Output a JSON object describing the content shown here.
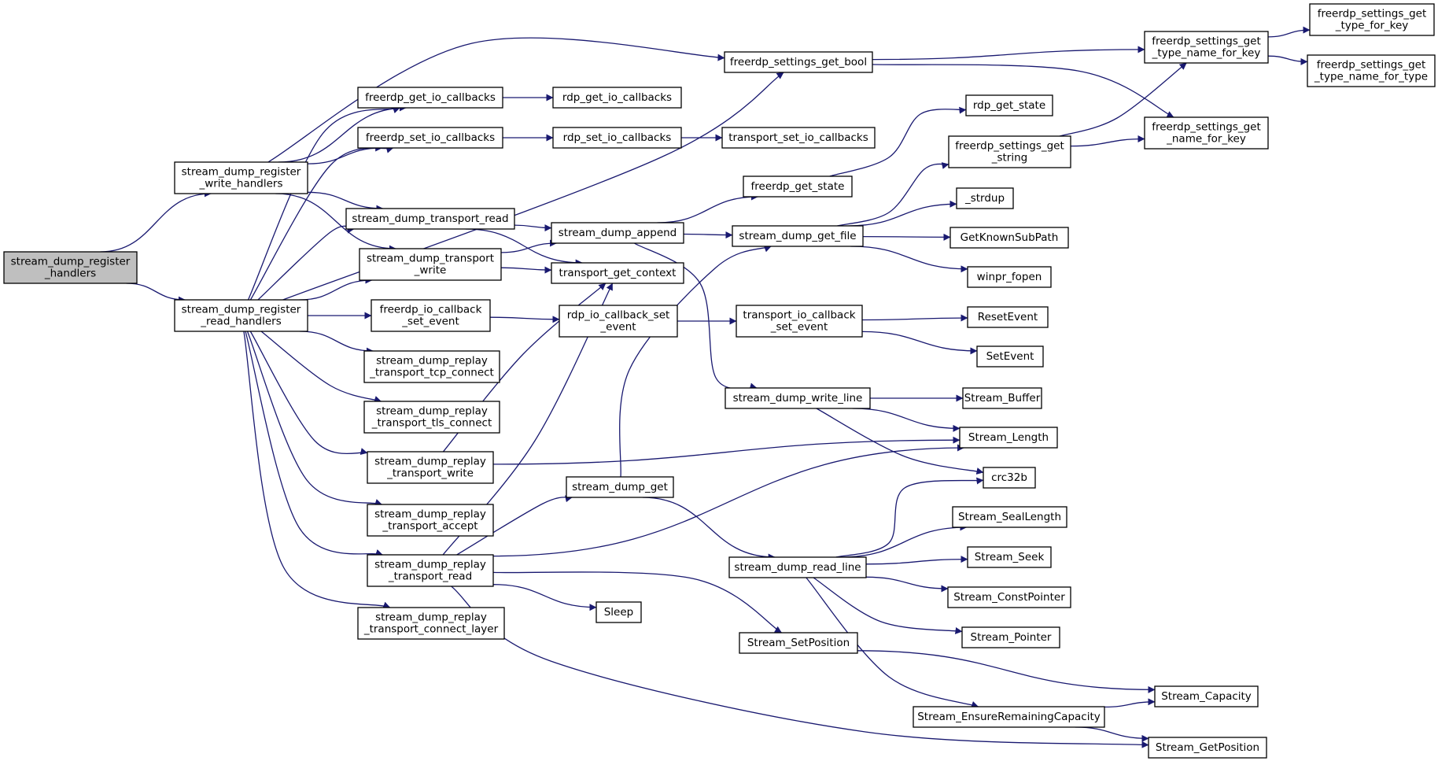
{
  "colors": {
    "edge": "#191970",
    "node_fill": "#ffffff",
    "root_fill": "#bfbfbf",
    "border_normal": "#000000",
    "border_external": "#ff0000"
  },
  "nodes": [
    {
      "id": "n_root",
      "lines": [
        "stream_dump_register",
        "_handlers"
      ],
      "kind": "root"
    },
    {
      "id": "n_write_handlers",
      "lines": [
        "stream_dump_register",
        "_write_handlers"
      ],
      "kind": "normal"
    },
    {
      "id": "n_read_handlers",
      "lines": [
        "stream_dump_register",
        "_read_handlers"
      ],
      "kind": "normal"
    },
    {
      "id": "n_get_io_cb",
      "lines": [
        "freerdp_get_io_callbacks"
      ],
      "kind": "normal"
    },
    {
      "id": "n_set_io_cb",
      "lines": [
        "freerdp_set_io_callbacks"
      ],
      "kind": "normal"
    },
    {
      "id": "n_transport_read",
      "lines": [
        "stream_dump_transport_read"
      ],
      "kind": "normal"
    },
    {
      "id": "n_transport_write",
      "lines": [
        "stream_dump_transport",
        "_write"
      ],
      "kind": "normal"
    },
    {
      "id": "n_io_cb_set_event",
      "lines": [
        "freerdp_io_callback",
        "_set_event"
      ],
      "kind": "normal"
    },
    {
      "id": "n_replay_tcp",
      "lines": [
        "stream_dump_replay",
        "_transport_tcp_connect"
      ],
      "kind": "normal"
    },
    {
      "id": "n_replay_tls",
      "lines": [
        "stream_dump_replay",
        "_transport_tls_connect"
      ],
      "kind": "normal"
    },
    {
      "id": "n_replay_write",
      "lines": [
        "stream_dump_replay",
        "_transport_write"
      ],
      "kind": "normal"
    },
    {
      "id": "n_replay_accept",
      "lines": [
        "stream_dump_replay",
        "_transport_accept"
      ],
      "kind": "normal"
    },
    {
      "id": "n_replay_read",
      "lines": [
        "stream_dump_replay",
        "_transport_read"
      ],
      "kind": "normal"
    },
    {
      "id": "n_replay_layer",
      "lines": [
        "stream_dump_replay",
        "_transport_connect_layer"
      ],
      "kind": "normal"
    },
    {
      "id": "n_settings_bool",
      "lines": [
        "freerdp_settings_get_bool"
      ],
      "kind": "normal"
    },
    {
      "id": "n_rdp_get_io",
      "lines": [
        "rdp_get_io_callbacks"
      ],
      "kind": "normal"
    },
    {
      "id": "n_rdp_set_io",
      "lines": [
        "rdp_set_io_callbacks"
      ],
      "kind": "normal"
    },
    {
      "id": "n_transport_set_io",
      "lines": [
        "transport_set_io_callbacks"
      ],
      "kind": "normal"
    },
    {
      "id": "n_append",
      "lines": [
        "stream_dump_append"
      ],
      "kind": "normal"
    },
    {
      "id": "n_get_context",
      "lines": [
        "transport_get_context"
      ],
      "kind": "normal"
    },
    {
      "id": "n_rdp_io_set_event",
      "lines": [
        "rdp_io_callback_set",
        "_event"
      ],
      "kind": "normal"
    },
    {
      "id": "n_transport_io_set_event",
      "lines": [
        "transport_io_callback",
        "_set_event"
      ],
      "kind": "normal"
    },
    {
      "id": "n_get_state",
      "lines": [
        "freerdp_get_state"
      ],
      "kind": "normal"
    },
    {
      "id": "n_rdp_get_state",
      "lines": [
        "rdp_get_state"
      ],
      "kind": "normal"
    },
    {
      "id": "n_get_file",
      "lines": [
        "stream_dump_get_file"
      ],
      "kind": "normal"
    },
    {
      "id": "n_settings_string",
      "lines": [
        "freerdp_settings_get",
        "_string"
      ],
      "kind": "normal"
    },
    {
      "id": "n_strdup",
      "lines": [
        "_strdup"
      ],
      "kind": "normal"
    },
    {
      "id": "n_known_subpath",
      "lines": [
        "GetKnownSubPath"
      ],
      "kind": "external"
    },
    {
      "id": "n_winpr_fopen",
      "lines": [
        "winpr_fopen"
      ],
      "kind": "external"
    },
    {
      "id": "n_reset_event",
      "lines": [
        "ResetEvent"
      ],
      "kind": "external"
    },
    {
      "id": "n_set_event",
      "lines": [
        "SetEvent"
      ],
      "kind": "external"
    },
    {
      "id": "n_write_line",
      "lines": [
        "stream_dump_write_line"
      ],
      "kind": "normal"
    },
    {
      "id": "n_stream_buffer",
      "lines": [
        "Stream_Buffer"
      ],
      "kind": "normal"
    },
    {
      "id": "n_stream_length",
      "lines": [
        "Stream_Length"
      ],
      "kind": "normal"
    },
    {
      "id": "n_crc32b",
      "lines": [
        "crc32b"
      ],
      "kind": "normal"
    },
    {
      "id": "n_dump_get",
      "lines": [
        "stream_dump_get"
      ],
      "kind": "normal"
    },
    {
      "id": "n_read_line",
      "lines": [
        "stream_dump_read_line"
      ],
      "kind": "normal"
    },
    {
      "id": "n_seal_length",
      "lines": [
        "Stream_SealLength"
      ],
      "kind": "external"
    },
    {
      "id": "n_stream_seek",
      "lines": [
        "Stream_Seek"
      ],
      "kind": "external"
    },
    {
      "id": "n_const_pointer",
      "lines": [
        "Stream_ConstPointer"
      ],
      "kind": "normal"
    },
    {
      "id": "n_stream_pointer",
      "lines": [
        "Stream_Pointer"
      ],
      "kind": "normal"
    },
    {
      "id": "n_sleep",
      "lines": [
        "Sleep"
      ],
      "kind": "normal"
    },
    {
      "id": "n_set_position",
      "lines": [
        "Stream_SetPosition"
      ],
      "kind": "normal"
    },
    {
      "id": "n_stream_capacity",
      "lines": [
        "Stream_Capacity"
      ],
      "kind": "normal"
    },
    {
      "id": "n_ensure_capacity",
      "lines": [
        "Stream_EnsureRemainingCapacity"
      ],
      "kind": "external"
    },
    {
      "id": "n_get_position",
      "lines": [
        "Stream_GetPosition"
      ],
      "kind": "normal"
    },
    {
      "id": "n_type_name_for_key",
      "lines": [
        "freerdp_settings_get",
        "_type_name_for_key"
      ],
      "kind": "normal"
    },
    {
      "id": "n_name_for_key",
      "lines": [
        "freerdp_settings_get",
        "_name_for_key"
      ],
      "kind": "normal"
    },
    {
      "id": "n_type_for_key",
      "lines": [
        "freerdp_settings_get",
        "_type_for_key"
      ],
      "kind": "normal"
    },
    {
      "id": "n_type_name_for_type",
      "lines": [
        "freerdp_settings_get",
        "_type_name_for_type"
      ],
      "kind": "normal"
    }
  ],
  "edges": [
    [
      "n_root",
      "n_write_handlers"
    ],
    [
      "n_root",
      "n_read_handlers"
    ],
    [
      "n_write_handlers",
      "n_settings_bool"
    ],
    [
      "n_write_handlers",
      "n_get_io_cb"
    ],
    [
      "n_write_handlers",
      "n_set_io_cb"
    ],
    [
      "n_write_handlers",
      "n_transport_read"
    ],
    [
      "n_write_handlers",
      "n_transport_write"
    ],
    [
      "n_read_handlers",
      "n_get_io_cb"
    ],
    [
      "n_read_handlers",
      "n_set_io_cb"
    ],
    [
      "n_read_handlers",
      "n_settings_bool"
    ],
    [
      "n_read_handlers",
      "n_transport_read"
    ],
    [
      "n_read_handlers",
      "n_transport_write"
    ],
    [
      "n_read_handlers",
      "n_io_cb_set_event"
    ],
    [
      "n_read_handlers",
      "n_replay_tcp"
    ],
    [
      "n_read_handlers",
      "n_replay_tls"
    ],
    [
      "n_read_handlers",
      "n_replay_write"
    ],
    [
      "n_read_handlers",
      "n_replay_accept"
    ],
    [
      "n_read_handlers",
      "n_replay_read"
    ],
    [
      "n_read_handlers",
      "n_replay_layer"
    ],
    [
      "n_get_io_cb",
      "n_rdp_get_io"
    ],
    [
      "n_set_io_cb",
      "n_rdp_set_io"
    ],
    [
      "n_rdp_set_io",
      "n_transport_set_io"
    ],
    [
      "n_transport_read",
      "n_append"
    ],
    [
      "n_transport_read",
      "n_get_context"
    ],
    [
      "n_transport_write",
      "n_append"
    ],
    [
      "n_transport_write",
      "n_get_context"
    ],
    [
      "n_io_cb_set_event",
      "n_rdp_io_set_event"
    ],
    [
      "n_rdp_io_set_event",
      "n_transport_io_set_event"
    ],
    [
      "n_transport_io_set_event",
      "n_reset_event"
    ],
    [
      "n_transport_io_set_event",
      "n_set_event"
    ],
    [
      "n_replay_write",
      "n_get_context"
    ],
    [
      "n_replay_write",
      "n_stream_length"
    ],
    [
      "n_replay_read",
      "n_get_context"
    ],
    [
      "n_replay_read",
      "n_dump_get"
    ],
    [
      "n_replay_read",
      "n_stream_length"
    ],
    [
      "n_replay_read",
      "n_sleep"
    ],
    [
      "n_replay_read",
      "n_set_position"
    ],
    [
      "n_replay_read",
      "n_get_position"
    ],
    [
      "n_append",
      "n_get_state"
    ],
    [
      "n_append",
      "n_get_file"
    ],
    [
      "n_append",
      "n_write_line"
    ],
    [
      "n_get_state",
      "n_rdp_get_state"
    ],
    [
      "n_get_file",
      "n_settings_string"
    ],
    [
      "n_get_file",
      "n_strdup"
    ],
    [
      "n_get_file",
      "n_known_subpath"
    ],
    [
      "n_get_file",
      "n_winpr_fopen"
    ],
    [
      "n_settings_string",
      "n_type_name_for_key"
    ],
    [
      "n_settings_string",
      "n_name_for_key"
    ],
    [
      "n_settings_bool",
      "n_type_name_for_key"
    ],
    [
      "n_settings_bool",
      "n_name_for_key"
    ],
    [
      "n_type_name_for_key",
      "n_type_for_key"
    ],
    [
      "n_type_name_for_key",
      "n_type_name_for_type"
    ],
    [
      "n_write_line",
      "n_stream_buffer"
    ],
    [
      "n_write_line",
      "n_stream_length"
    ],
    [
      "n_write_line",
      "n_crc32b"
    ],
    [
      "n_dump_get",
      "n_get_file"
    ],
    [
      "n_dump_get",
      "n_read_line"
    ],
    [
      "n_read_line",
      "n_crc32b"
    ],
    [
      "n_read_line",
      "n_seal_length"
    ],
    [
      "n_read_line",
      "n_stream_seek"
    ],
    [
      "n_read_line",
      "n_const_pointer"
    ],
    [
      "n_read_line",
      "n_stream_pointer"
    ],
    [
      "n_read_line",
      "n_ensure_capacity"
    ],
    [
      "n_set_position",
      "n_stream_capacity"
    ],
    [
      "n_ensure_capacity",
      "n_stream_capacity"
    ],
    [
      "n_ensure_capacity",
      "n_get_position"
    ]
  ]
}
